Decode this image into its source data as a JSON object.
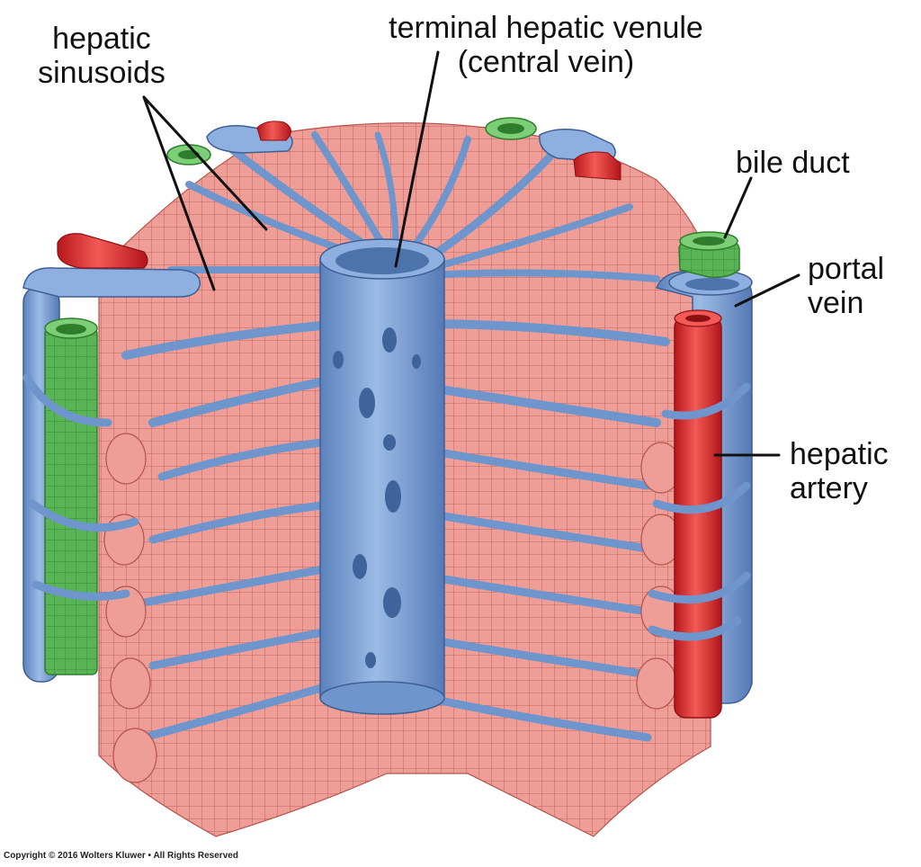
{
  "labels": {
    "hepatic_sinusoids": [
      "hepatic",
      "sinusoids"
    ],
    "central_vein": [
      "terminal hepatic venule",
      "(central vein)"
    ],
    "bile_duct": [
      "bile duct"
    ],
    "portal_vein": [
      "portal",
      "vein"
    ],
    "hepatic_artery": [
      "hepatic",
      "artery"
    ]
  },
  "copyright": "Copyright © 2016 Wolters Kluwer • All Rights Reserved",
  "colors": {
    "hepatocyte": "#ef9e97",
    "hepatocyte_edge": "#b5524c",
    "sinusoid": "#6e95cc",
    "portal_vein": "#7ea3d6",
    "hepatic_artery": "#e02a2c",
    "bile_duct": "#5cba57",
    "leader_line": "#111111"
  }
}
